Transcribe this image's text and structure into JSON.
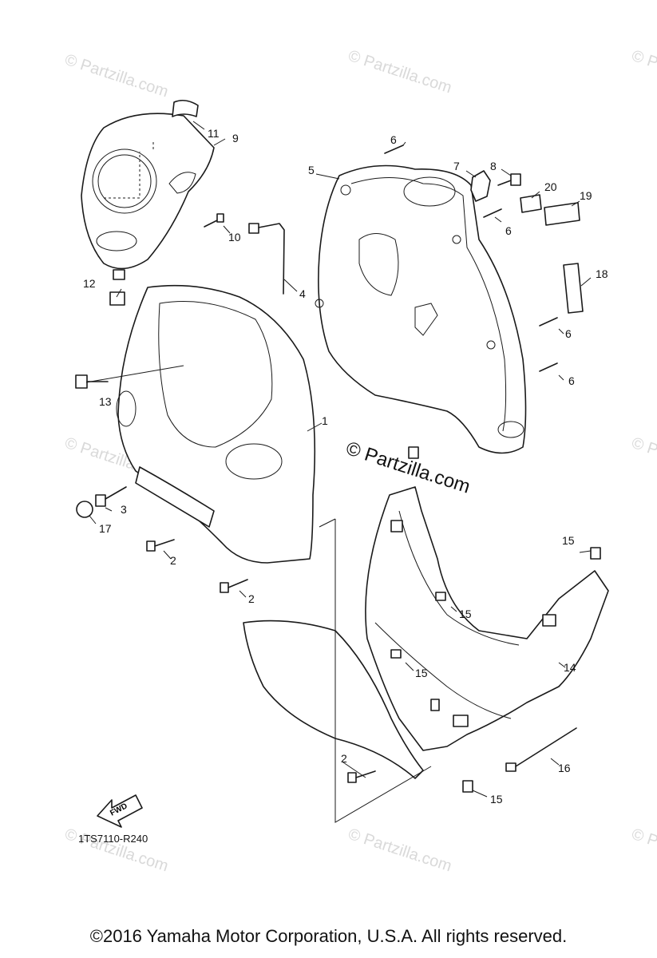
{
  "watermark": {
    "text": "© Partzilla.com",
    "center_text": "© Partzilla.com"
  },
  "callouts": [
    "1",
    "2",
    "2",
    "2",
    "3",
    "4",
    "5",
    "6",
    "6",
    "6",
    "6",
    "7",
    "8",
    "9",
    "10",
    "11",
    "12",
    "13",
    "14",
    "15",
    "15",
    "15",
    "15",
    "16",
    "17",
    "18",
    "19",
    "20"
  ],
  "fwd_label": "FWD",
  "diagram_code": "1TS7110-R240",
  "copyright": "©2016  Yamaha Motor Corporation, U.S.A. All rights reserved."
}
